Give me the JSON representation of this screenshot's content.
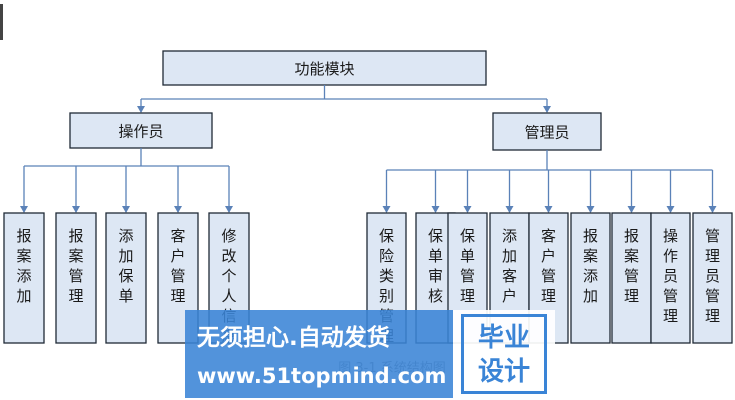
{
  "root": {
    "label": "功能模块"
  },
  "groups": [
    {
      "label": "操作员",
      "items": [
        "报案添加",
        "报案管理",
        "添加保单",
        "客户管理",
        "修改个人信息"
      ]
    },
    {
      "label": "管理员",
      "items": [
        "保险类别管理",
        "保单审核",
        "保单管理",
        "添加客户",
        "客户管理",
        "报案添加",
        "报案管理",
        "操作员管理",
        "管理员管理"
      ]
    }
  ],
  "caption": "图 3-1 系统结构图",
  "watermark": {
    "slogan": "无须担心.自动发货",
    "url": "www.51topmind.com",
    "badge": [
      "毕业",
      "设计"
    ]
  }
}
